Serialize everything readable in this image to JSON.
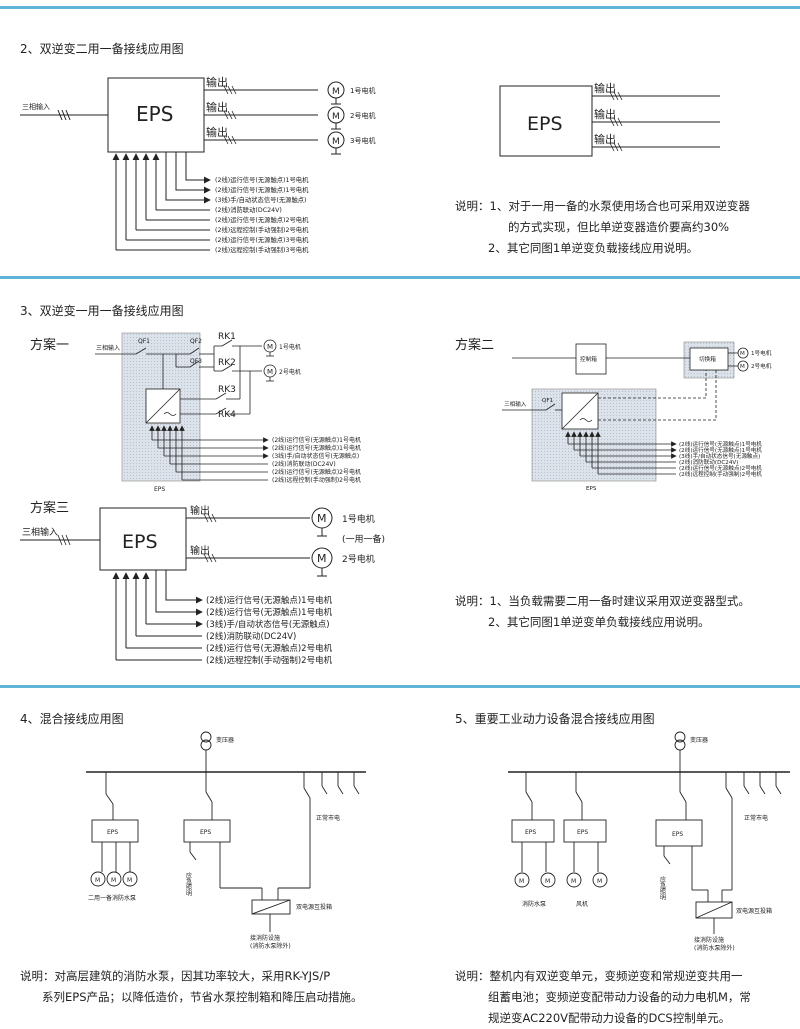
{
  "s2": {
    "title": "2、双逆变二用一备接线应用图",
    "input": "三相输入",
    "eps": "EPS",
    "out": [
      "输出",
      "输出",
      "输出"
    ],
    "motor_sym": "M",
    "motors": [
      "1号电机",
      "2号电机",
      "3号电机"
    ],
    "signals": [
      "(2线)运行信号(无源触点)1号电机",
      "(2线)运行信号(无源触点)1号电机",
      "(3线)手/自动状态信号(无源触点)",
      "(2线)消防联动(DC24V)",
      "(2线)运行信号(无源触点)2号电机",
      "(2线)远程控制(手动强制)2号电机",
      "(2线)运行信号(无源触点)3号电机",
      "(2线)远程控制(手动强制)3号电机"
    ],
    "right_eps": "EPS",
    "right_out": [
      "输出",
      "输出",
      "输出"
    ],
    "note": [
      "说明：1、对于一用一备的水泵使用场合也可采用双逆变器",
      "的方式实现，但比单逆变器造价要高约30%",
      "2、其它同图1单逆变负载接线应用说明。"
    ]
  },
  "s3": {
    "title": "3、双逆变一用一备接线应用图",
    "plan1": "方案一",
    "plan2": "方案二",
    "plan3": "方案三",
    "p1": {
      "input": "三相输入",
      "qf1": "QF1",
      "qf2": "QF2",
      "qf3": "QF3",
      "rk": [
        "RK1",
        "RK2",
        "RK3",
        "RK4"
      ],
      "motors": [
        "1号电机",
        "2号电机"
      ],
      "signals": [
        "(2线)运行信号(无源触点)1号电机",
        "(2线)运行信号(无源触点)1号电机",
        "(3线)手/自动状态信号(无源触点)",
        "(2线)消防联动(DC24V)",
        "(2线)运行信号(无源触点)2号电机",
        "(2线)远程控制(手动强制)2号电机"
      ],
      "eps_label": "EPS"
    },
    "p2": {
      "control_box": "控制箱",
      "switch_box": "切换箱",
      "input": "三相输入",
      "qf1": "QF1",
      "motors": [
        "1号电机",
        "2号电机"
      ],
      "signals": [
        "(2线)运行信号(无源触点)1号电机",
        "(2线)运行信号(无源触点)1号电机",
        "(3线)手/自动状态信号(无源触点)",
        "(2线)消防联动(DC24V)",
        "(2线)运行信号(无源触点)2号电机",
        "(2线)远程控制(手动强制)2号电机"
      ],
      "eps_label": "EPS"
    },
    "p3": {
      "input": "三相输入",
      "eps": "EPS",
      "out": [
        "输出",
        "输出"
      ],
      "motors": [
        "1号电机",
        "2号电机"
      ],
      "mode": "(一用一备)",
      "signals": [
        "(2线)运行信号(无源触点)1号电机",
        "(2线)运行信号(无源触点)1号电机",
        "(3线)手/自动状态信号(无源触点)",
        "(2线)消防联动(DC24V)",
        "(2线)运行信号(无源触点)2号电机",
        "(2线)远程控制(手动强制)2号电机"
      ]
    },
    "note": [
      "说明：1、当负载需要二用一备时建议采用双逆变器型式。",
      "2、其它同图1单逆变单负载接线应用说明。"
    ]
  },
  "s4": {
    "title": "4、混合接线应用图",
    "transformer": "变压器",
    "eps1": "EPS",
    "eps2": "EPS",
    "normal_power": "正常市电",
    "pump_label": "二用一备消防水泵",
    "emergency": "应急照明",
    "dual_power": "双电源互投箱",
    "fire_facility": "接消防设施\n(消防水泵除外)",
    "note": [
      "说明：对高层建筑的消防水泵，因其功率较大，采用RK-YJS/P",
      "系列EPS产品；以降低造价，节省水泵控制箱和降压启动措施。"
    ]
  },
  "s5": {
    "title": "5、重要工业动力设备混合接线应用图",
    "transformer": "变压器",
    "eps1": "EPS",
    "eps2": "EPS",
    "eps3": "EPS",
    "normal_power": "正常市电",
    "pump_label": "消防水泵",
    "fan_label": "风机",
    "emergency": "应急照明",
    "dual_power": "双电源互投箱",
    "fire_facility": "接消防设施\n(消防水泵除外)",
    "note": [
      "说明：整机内有双逆变单元，变频逆变和常规逆变共用一",
      "组蓄电池；变频逆变配带动力设备的动力电机M，常",
      "规逆变AC220V配带动力设备的DCS控制单元。"
    ]
  }
}
